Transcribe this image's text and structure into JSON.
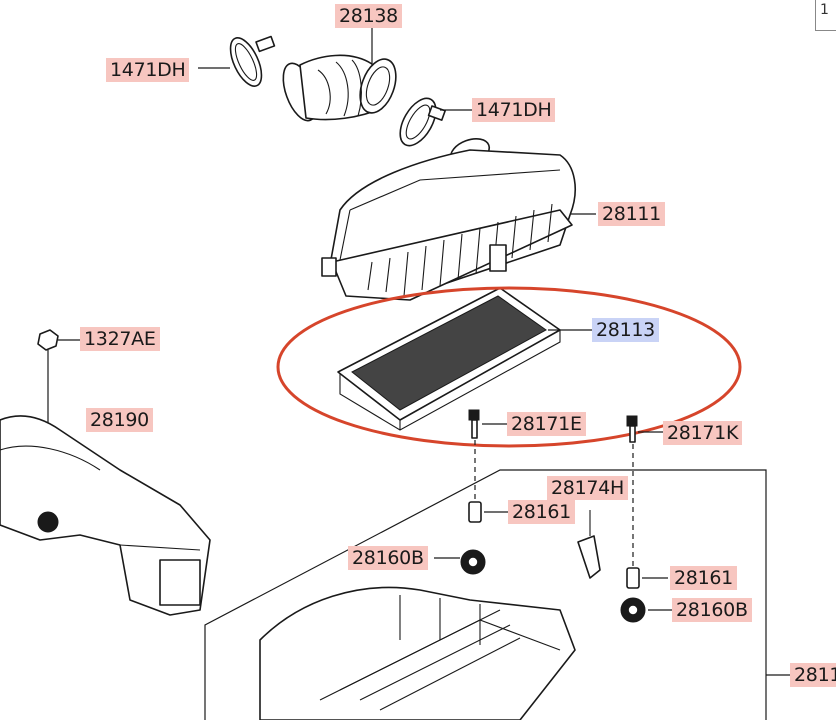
{
  "corner_text": "1",
  "highlight": {
    "color": "#d6452b",
    "selected_part": "28113"
  },
  "labels": {
    "hose": "28138",
    "clamp_left": "1471DH",
    "clamp_right": "1471DH",
    "upper_cover": "28111",
    "filter": "28113",
    "bolt_left": "28171E",
    "bolt_right": "28171K",
    "nut": "1327AE",
    "duct": "28190",
    "clip": "28174H",
    "bushing_left": "28161",
    "bushing_right": "28161",
    "grommet_left": "28160B",
    "grommet_right": "28160B",
    "lower_body": "2811"
  }
}
